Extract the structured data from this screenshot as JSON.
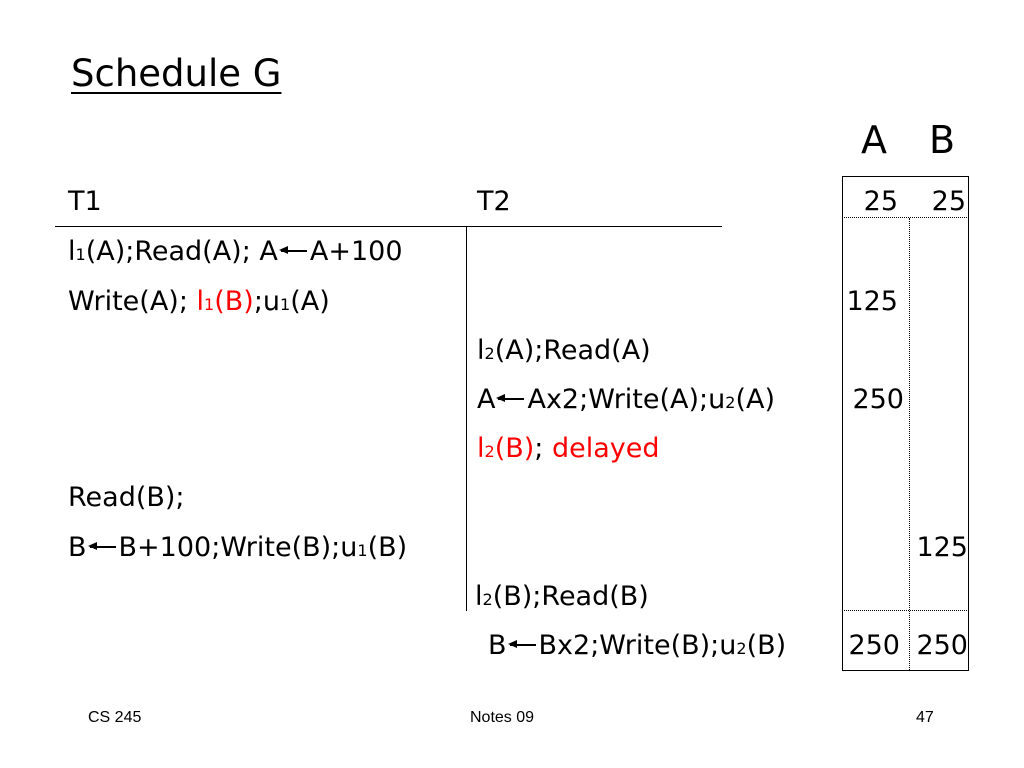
{
  "slide": {
    "title": "Schedule G",
    "col_a": "A",
    "col_b": "B"
  },
  "header": {
    "t1": "T1",
    "t2": "T2",
    "a_init": "25",
    "b_init": "25"
  },
  "rows": {
    "r1": {
      "l": "l",
      "sub": "1",
      "rest": "(A);Read(A); A",
      "tail": "A+100"
    },
    "r2": {
      "pre": "Write(A); ",
      "l": "l",
      "sub1": "1",
      "lb": "(B)",
      "mid": ";u",
      "sub2": "1",
      "post": "(A)",
      "a_val": "125"
    },
    "r3": {
      "l": "l",
      "sub": "2",
      "rest": "(A);Read(A)"
    },
    "r4": {
      "pre": "A",
      "mid": "Ax2;Write(A);u",
      "sub": "2",
      "post": "(A)",
      "a_val": "250"
    },
    "r5": {
      "l": "l",
      "sub": "2",
      "lb": "(B)",
      "semi": "; ",
      "delayed": "delayed"
    },
    "r6": {
      "text": "Read(B);"
    },
    "r7": {
      "pre": "B",
      "mid": "B+100;Write(B);u",
      "sub": "1",
      "post": "(B)",
      "b_val": "125"
    },
    "r8": {
      "l": "l",
      "sub": "2",
      "rest": "(B);Read(B)"
    },
    "r9": {
      "pre": "B",
      "mid": "Bx2;Write(B);u",
      "sub": "2",
      "post": "(B)",
      "a_val": "250",
      "b_val": "250"
    }
  },
  "footer": {
    "left": "CS 245",
    "center": "Notes 09",
    "right": "47"
  },
  "colors": {
    "text": "#000000",
    "highlight": "#ff0000",
    "background": "#ffffff"
  },
  "icons": [
    "left-arrow-icon"
  ]
}
